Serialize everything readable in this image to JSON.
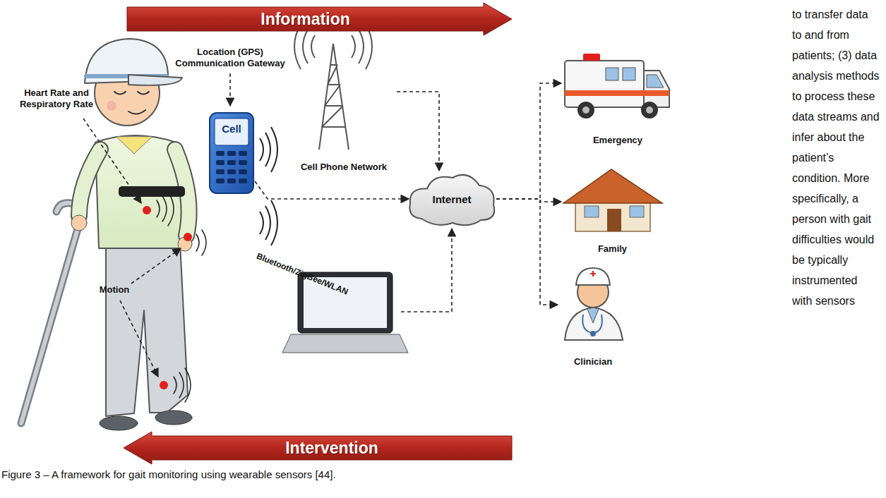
{
  "diagram": {
    "caption": "Figure 3 – A framework for gait monitoring using wearable sensors [44].",
    "nodes": [
      {
        "text": [
          "Information"
        ]
      },
      {
        "text": [
          "Cell"
        ]
      },
      {
        "text": [
          "Cell Phone Network"
        ]
      },
      {
        "text": [
          "Internet"
        ]
      },
      {
        "text": [
          "Emergency"
        ]
      },
      {
        "text": [
          "Family"
        ]
      },
      {
        "text": [
          "Clinician"
        ]
      },
      {
        "text": [
          "Intervention"
        ]
      }
    ],
    "edges": [
      {
        "from": 1,
        "to": 3,
        "arrow": "to"
      },
      {
        "from": 2,
        "to": 3,
        "arrow": "to"
      },
      {
        "from": 3,
        "to": 4,
        "arrow": "to"
      },
      {
        "from": 3,
        "to": 5,
        "arrow": "to"
      },
      {
        "from": 3,
        "to": 6,
        "arrow": "to"
      }
    ],
    "labels": [
      "Heart Rate and Respiratory Rate",
      "Motion",
      "Location (GPS) Communication Gateway",
      "Bluetooth/ZigBee/WLAN",
      "to transfer data to and from patients; (3) data analysis methods to process these data streams and infer about the patient’s condition. More specifically, a person with gait difficulties would be typically instrumented with sensors"
    ]
  }
}
